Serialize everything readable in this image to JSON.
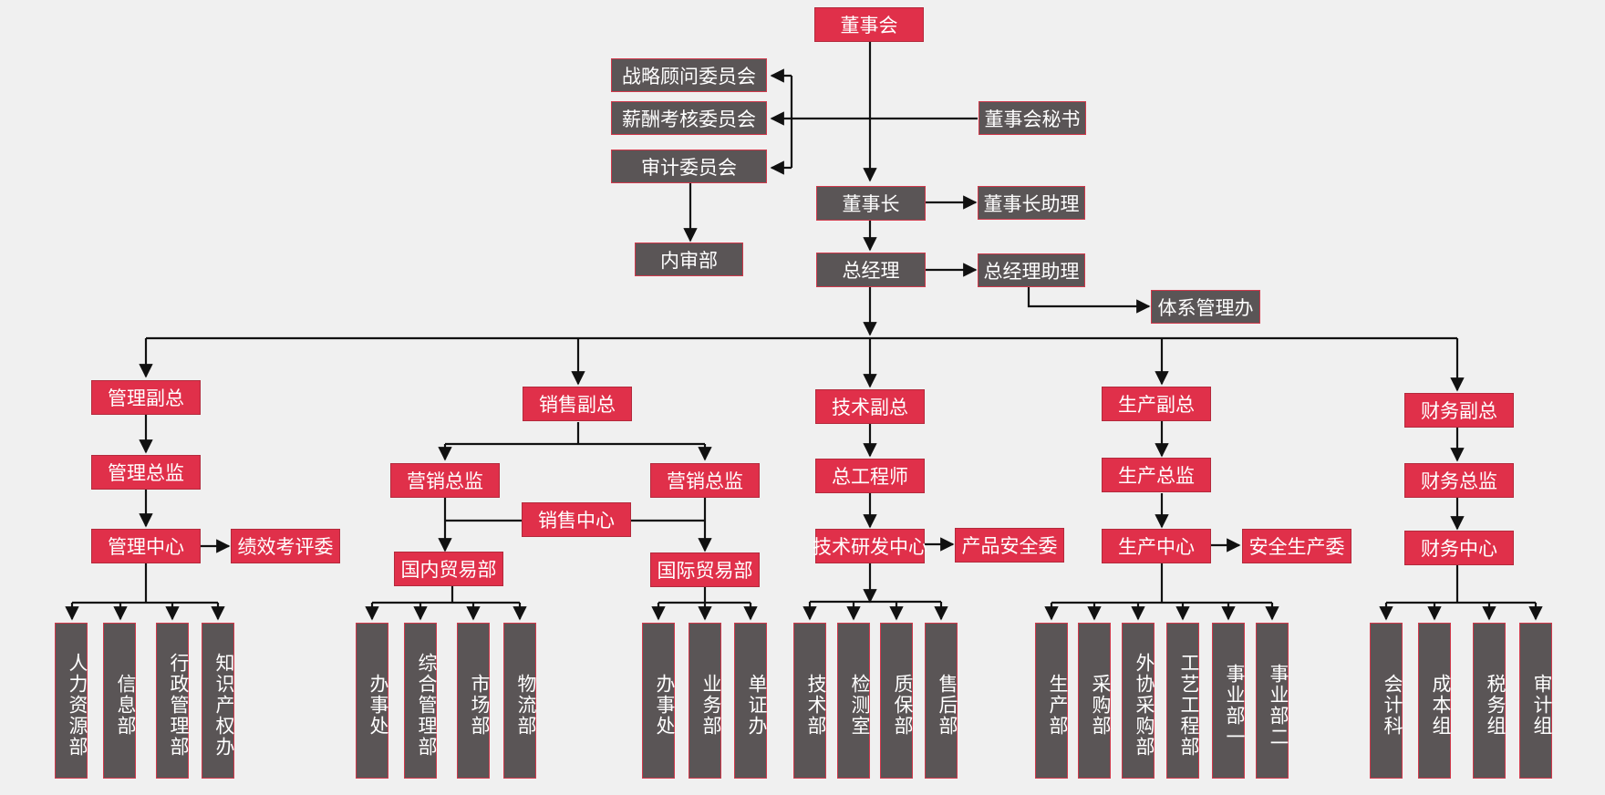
{
  "colors": {
    "red": "#e0304a",
    "gray": "#5a5556",
    "line": "#111111",
    "background": "#f0f0f0"
  },
  "top": {
    "board": "董事会",
    "strategy_committee": "战略顾问委员会",
    "compensation_committee": "薪酬考核委员会",
    "audit_committee": "审计委员会",
    "internal_audit": "内审部",
    "board_secretary": "董事会秘书",
    "chairman": "董事长",
    "chairman_assistant": "董事长助理",
    "general_manager": "总经理",
    "gm_assistant": "总经理助理",
    "system_office": "体系管理办"
  },
  "management": {
    "vp": "管理副总",
    "director": "管理总监",
    "center": "管理中心",
    "side": "绩效考评委",
    "depts": [
      "人力资源部",
      "信息部",
      "行政管理部",
      "知识产权办"
    ]
  },
  "sales": {
    "vp": "销售副总",
    "director_left": "营销总监",
    "director_right": "营销总监",
    "center": "销售中心",
    "domestic": "国内贸易部",
    "international": "国际贸易部",
    "domestic_depts": [
      "办事处",
      "综合管理部",
      "市场部",
      "物流部"
    ],
    "international_depts": [
      "办事处",
      "业务部",
      "单证办"
    ]
  },
  "tech": {
    "vp": "技术副总",
    "director": "总工程师",
    "center": "技术研发中心",
    "side": "产品安全委",
    "depts": [
      "技术部",
      "检测室",
      "质保部",
      "售后部"
    ]
  },
  "production": {
    "vp": "生产副总",
    "director": "生产总监",
    "center": "生产中心",
    "side": "安全生产委",
    "depts": [
      "生产部",
      "采购部",
      "外协采购部",
      "工艺工程部",
      "事业部一",
      "事业部二"
    ]
  },
  "finance": {
    "vp": "财务副总",
    "director": "财务总监",
    "center": "财务中心",
    "depts": [
      "会计科",
      "成本组",
      "税务组",
      "审计组"
    ]
  }
}
